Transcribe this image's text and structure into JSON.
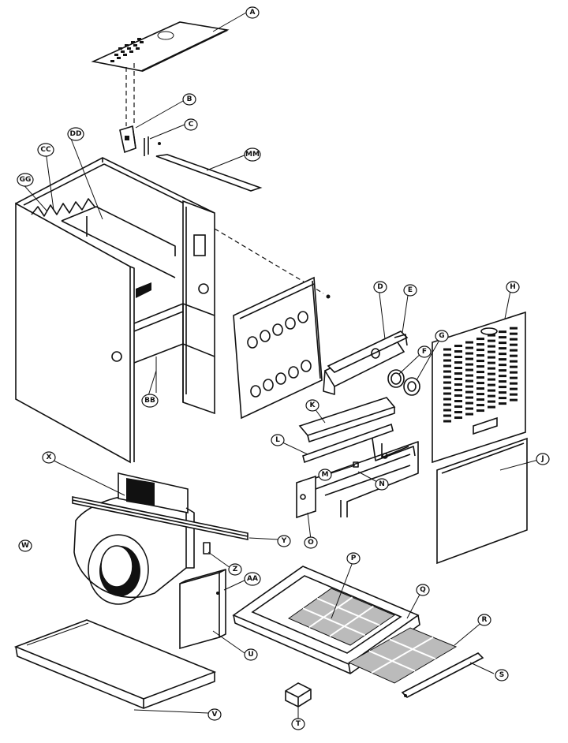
{
  "callouts": {
    "A": "A",
    "B": "B",
    "C": "C",
    "D": "D",
    "E": "E",
    "F": "F",
    "G": "G",
    "H": "H",
    "J": "J",
    "K": "K",
    "L": "L",
    "M": "M",
    "N": "N",
    "O": "O",
    "P": "P",
    "Q": "Q",
    "R": "R",
    "S": "S",
    "T": "T",
    "U": "U",
    "V": "V",
    "W": "W",
    "X": "X",
    "Y": "Y",
    "Z": "Z",
    "AA": "AA",
    "BB": "BB",
    "CC": "CC",
    "DD": "DD",
    "GG": "GG",
    "MM": "MM"
  }
}
